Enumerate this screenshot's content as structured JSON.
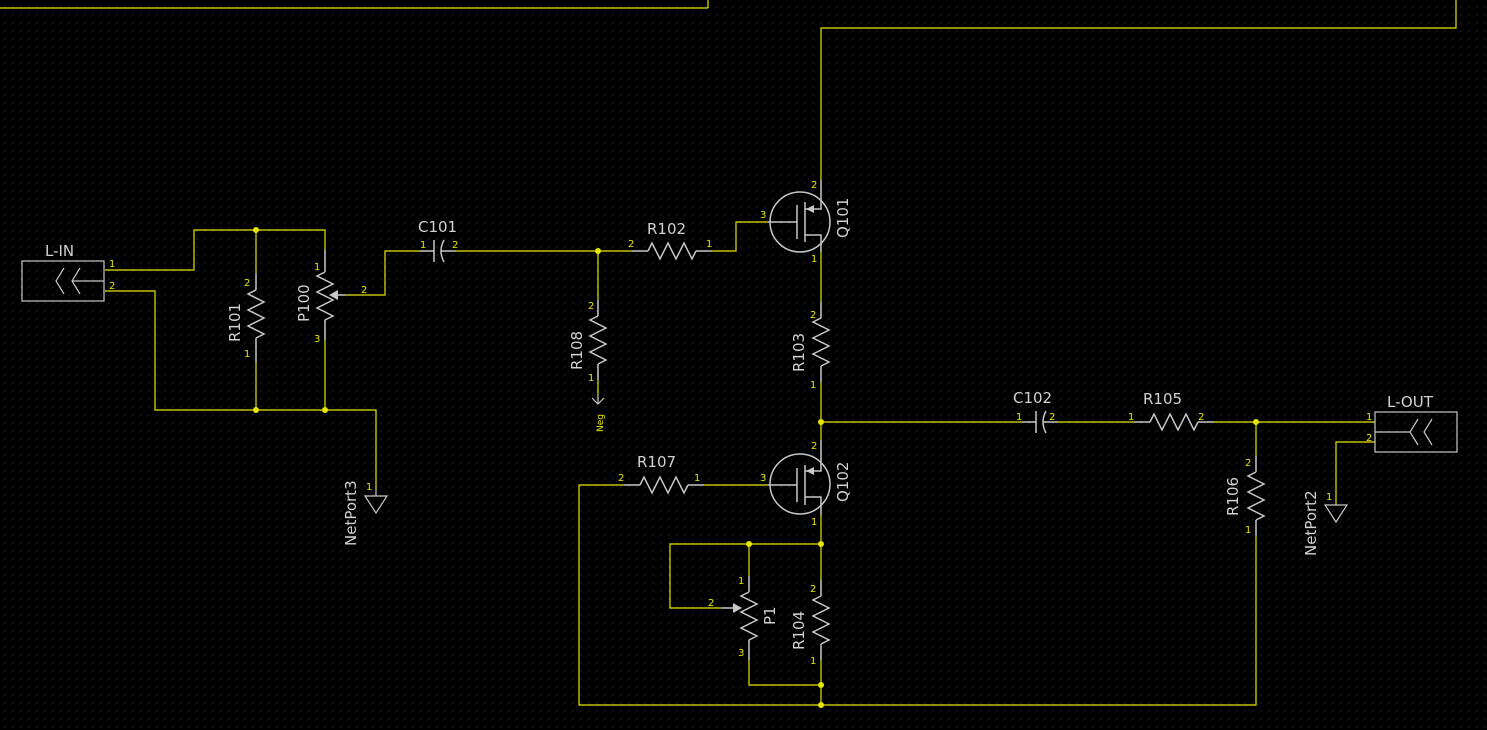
{
  "components": {
    "connector_in": {
      "ref": "L-IN",
      "pins": [
        "1",
        "2"
      ]
    },
    "connector_out": {
      "ref": "L-OUT",
      "pins": [
        "1",
        "2"
      ]
    },
    "r101": {
      "ref": "R101",
      "pins": [
        "2",
        "1"
      ]
    },
    "p100": {
      "ref": "P100",
      "pins": [
        "1",
        "2",
        "3"
      ]
    },
    "c101": {
      "ref": "C101",
      "pins": [
        "1",
        "2"
      ]
    },
    "r102": {
      "ref": "R102",
      "pins": [
        "2",
        "1"
      ]
    },
    "r108": {
      "ref": "R108",
      "pins": [
        "2",
        "1"
      ],
      "net": "Neg"
    },
    "q101": {
      "ref": "Q101",
      "pins": [
        "3",
        "2",
        "1"
      ]
    },
    "r103": {
      "ref": "R103",
      "pins": [
        "2",
        "1"
      ]
    },
    "c102": {
      "ref": "C102",
      "pins": [
        "1",
        "2"
      ]
    },
    "r105": {
      "ref": "R105",
      "pins": [
        "1",
        "2"
      ]
    },
    "r106": {
      "ref": "R106",
      "pins": [
        "2",
        "1"
      ]
    },
    "q102": {
      "ref": "Q102",
      "pins": [
        "3",
        "2",
        "1"
      ]
    },
    "r107": {
      "ref": "R107",
      "pins": [
        "2",
        "1"
      ]
    },
    "p1": {
      "ref": "P1",
      "pins": [
        "1",
        "2",
        "3"
      ]
    },
    "r104": {
      "ref": "R104",
      "pins": [
        "2",
        "1"
      ]
    },
    "netport3": {
      "ref": "NetPort3",
      "pin": "1"
    },
    "netport2": {
      "ref": "NetPort2",
      "pin": "1"
    }
  }
}
